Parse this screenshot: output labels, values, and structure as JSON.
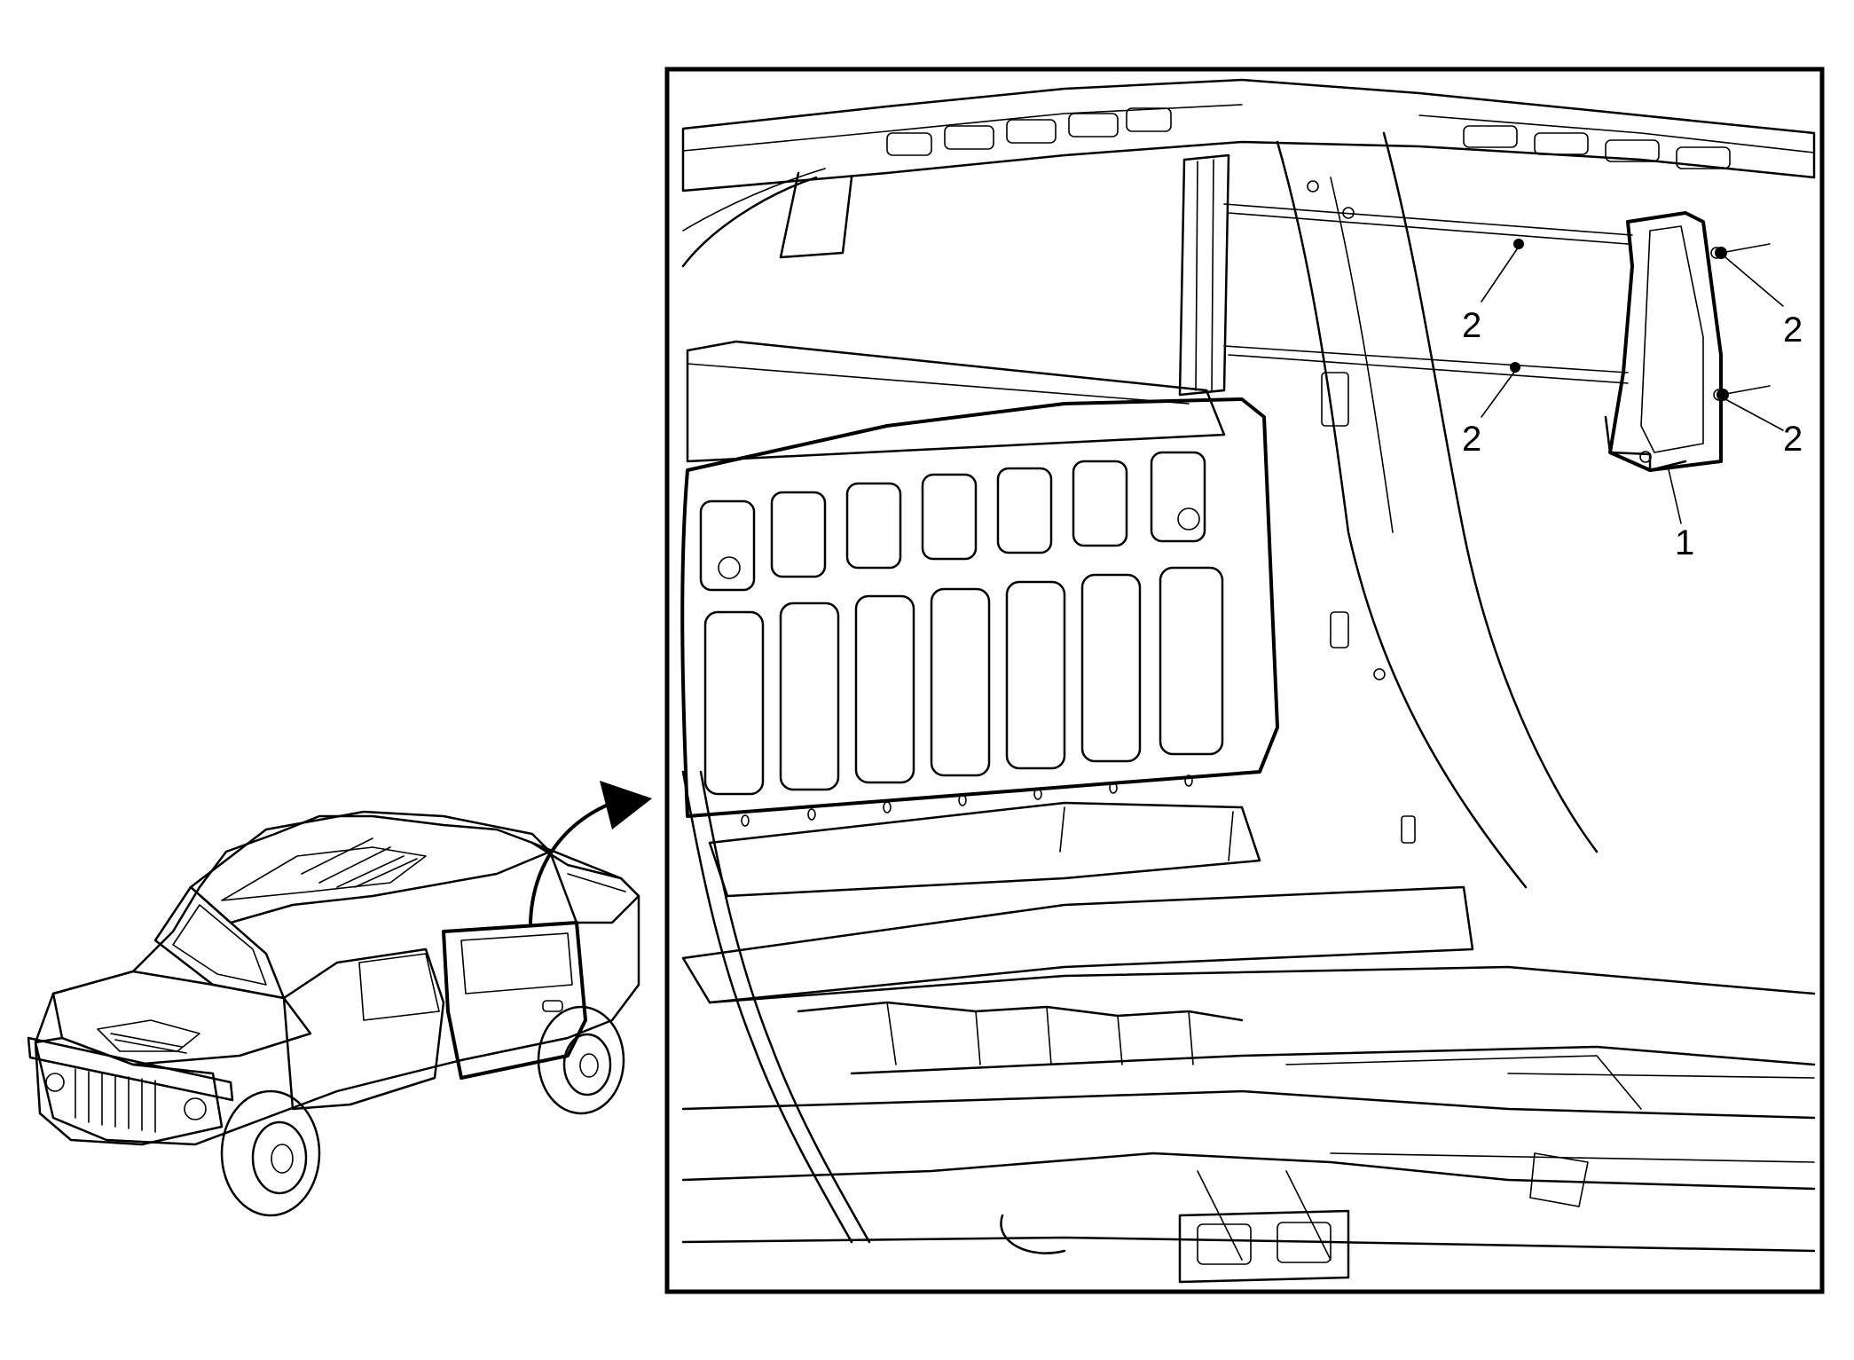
{
  "figure": {
    "background": "#ffffff",
    "line_color": "#000000"
  },
  "callouts": {
    "item_1": "1",
    "item_2a": "2",
    "item_2b": "2",
    "item_2c": "2",
    "item_2d": "2"
  },
  "icons": {
    "vehicle": "vehicle-overview-icon",
    "arrow": "curved-arrow-icon"
  }
}
